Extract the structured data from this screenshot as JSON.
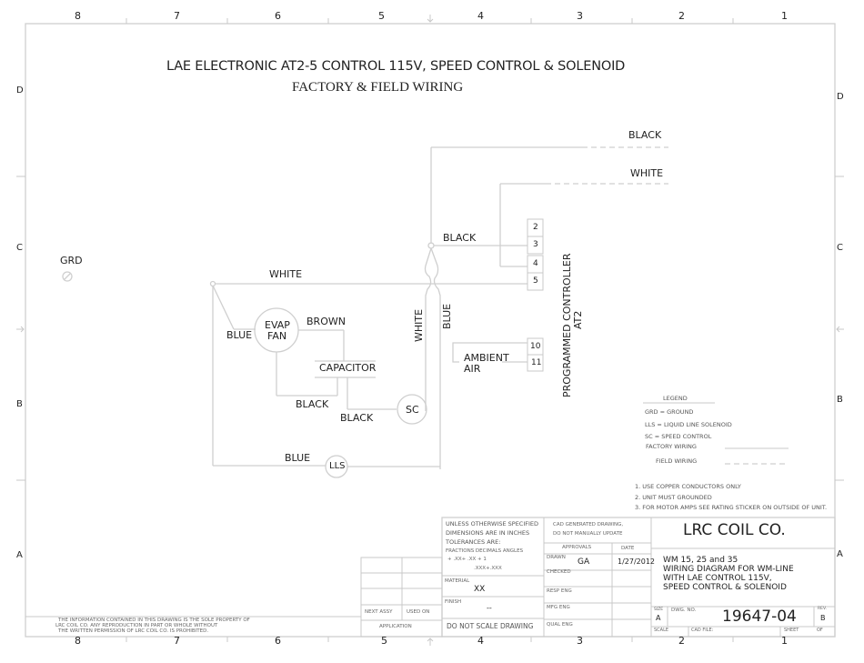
{
  "title": {
    "line1": "LAE ELECTRONIC AT2-5  CONTROL 115V, SPEED CONTROL & SOLENOID",
    "line2": "FACTORY & FIELD WIRING"
  },
  "border": {
    "columns_top": [
      "8",
      "7",
      "6",
      "5",
      "4",
      "3",
      "2",
      "1"
    ],
    "columns_bottom": [
      "8",
      "7",
      "6",
      "5",
      "4",
      "3",
      "2",
      "1"
    ],
    "rows_left": [
      "D",
      "C",
      "B",
      "A"
    ],
    "rows_right": [
      "D",
      "C",
      "B",
      "A"
    ]
  },
  "diagram": {
    "ground_label": "GRD",
    "field_black": "BLACK",
    "field_white": "WHITE",
    "wire_black_to_3": "BLACK",
    "wire_white_top": "WHITE",
    "wire_blue_fan": "BLUE",
    "wire_brown": "BROWN",
    "wire_white_vertical": "WHITE",
    "wire_blue_vertical": "BLUE",
    "wire_black_cap_fan": "BLACK",
    "wire_black_cap_sc": "BLACK",
    "wire_blue_lls": "BLUE",
    "evap_fan_line1": "EVAP",
    "evap_fan_line2": "FAN",
    "capacitor": "CAPACITOR",
    "speed_control": "SC",
    "solenoid": "LLS",
    "ambient_line1": "AMBIENT",
    "ambient_line2": "AIR",
    "terminals": [
      "2",
      "3",
      "4",
      "5"
    ],
    "sensor_terminals": [
      "10",
      "11"
    ],
    "controller_line1": "PROGRAMMED CONTROLLER",
    "controller_line2": "AT2"
  },
  "legend": {
    "title": "LEGEND",
    "items": [
      "GRD  =  GROUND",
      "LLS  =  LIQUID LINE SOLENOID",
      "SC  =  SPEED CONTROL"
    ],
    "factory_wiring": "FACTORY WIRING",
    "field_wiring": "FIELD WIRING",
    "notes": [
      "1. USE COPPER CONDUCTORS ONLY",
      "2. UNIT MUST GROUNDED",
      "3. FOR MOTOR AMPS SEE RATING STICKER ON OUTSIDE OF UNIT."
    ]
  },
  "title_block": {
    "tolerances": {
      "line1": "UNLESS  OTHERWISE  SPECIFIED",
      "line2": "DIMENSIONS  ARE  IN  INCHES",
      "line3": "TOLERANCES  ARE:",
      "headers": "FRACTIONS   DECIMALS   ANGLES",
      "values1": "+           .XX+  .XX     +  1",
      "values2": ".XXX+.XXX"
    },
    "material_label": "MATERIAL",
    "material_value": "XX",
    "finish_label": "FINISH",
    "finish_value": "--",
    "do_not_scale": "DO  NOT  SCALE  DRAWING",
    "cad_note1": "CAD GENERATED DRAWING,",
    "cad_note2": "DO  NOT  MANUALLY  UPDATE",
    "approvals": "APPROVALS",
    "date": "DATE",
    "drawn_label": "DRAWN",
    "drawn_value": "GA",
    "drawn_date": "1/27/2012",
    "checked": "CHECKED",
    "resp_eng": "RESP ENG",
    "mfg_eng": "MFG ENG",
    "qual_eng": "QUAL ENG",
    "company": "LRC COIL CO.",
    "desc": [
      "WM 15, 25 and 35",
      "WIRING DIAGRAM FOR WM-LINE",
      "WITH LAE CONTROL 115V,",
      "SPEED CONTROL & SOLENOID"
    ],
    "size_label": "SIZE",
    "size_value": "A",
    "dwg_label": "DWG.  NO.",
    "dwg_no": "19647-04",
    "rev_label": "REV.",
    "rev_value": "B",
    "scale": "SCALE",
    "cad_file": "CAD  FILE:",
    "sheet": "SHEET",
    "of": "OF",
    "next_assy": "NEXT ASSY",
    "used_on": "USED ON",
    "application": "APPLICATION",
    "proprietary": [
      "THE  INFORMATION  CONTAINED  IN  THIS  DRAWING  IS  THE  SOLE  PROPERTY  OF",
      "LRC COIL CO.  ANY  REPRODUCTION  IN  PART  OR  WHOLE  WITHOUT",
      "THE  WRITTEN  PERMISSION  OF LRC COIL CO.  IS  PROHIBITED."
    ]
  }
}
